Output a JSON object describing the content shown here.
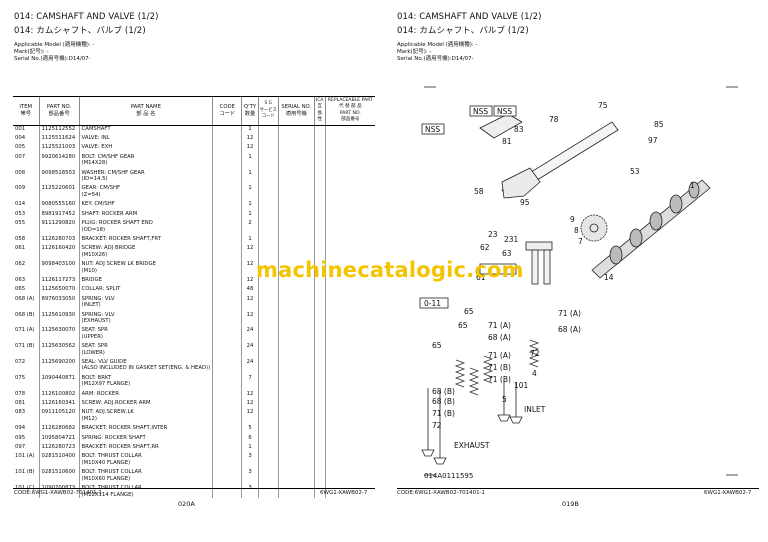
{
  "left_page": {
    "title_en": "014: CAMSHAFT AND VALVE (1/2)",
    "title_jp": "014: カムシャフト、バルブ (1/2)",
    "applicable_model": "Applicable Model (適用機種): -",
    "mark": "Mark(記号): -",
    "serial_no": "Serial No.(適用号機):D14/07-",
    "headers": {
      "item": "ITEM\n帯号",
      "part_no": "PART NO.\n部品番号",
      "part_name": "PART NAME\n部 品 名",
      "code": "CODE\nコード",
      "qty": "Q'TY\n数量",
      "sg": "S G\nサービス\nコード",
      "serial": "SERIAL NO.\n適用号機",
      "ica": "ICA\n互\n換\n性",
      "replaceable": "REPLACEABLE PART\n代 替 部 品\nPART NO.\n部品番号"
    },
    "rows": [
      {
        "item": "001",
        "part_no": "1125112552",
        "name": "CAMSHAFT",
        "qty": "1"
      },
      {
        "item": "004",
        "part_no": "1125511624",
        "name": "VALVE: INL",
        "qty": "12"
      },
      {
        "item": "005",
        "part_no": "1125521003",
        "name": "VALVE: EXH",
        "qty": "12"
      },
      {
        "item": "007",
        "part_no": "9920614280",
        "name": "BOLT: CM/SHF GEAR",
        "qty": "1"
      },
      {
        "item": "",
        "part_no": "",
        "name": "(M14X28)",
        "qty": ""
      },
      {
        "item": "008",
        "part_no": "9098518503",
        "name": "WASHER: CM/SHF GEAR",
        "qty": "1"
      },
      {
        "item": "",
        "part_no": "",
        "name": "(ID=14.5)",
        "qty": ""
      },
      {
        "item": "009",
        "part_no": "1125220601",
        "name": "GEAR: CM/SHF",
        "qty": "1"
      },
      {
        "item": "",
        "part_no": "",
        "name": "(Z=54)",
        "qty": ""
      },
      {
        "item": "014",
        "part_no": "9080555160",
        "name": "KEY: CM/SHF",
        "qty": "1"
      },
      {
        "item": "053",
        "part_no": "8981917452",
        "name": "SHAFT: ROCKER ARM",
        "qty": "1"
      },
      {
        "item": "055",
        "part_no": "9111290820",
        "name": "PLUG: ROCKER SHAFT END",
        "qty": "2"
      },
      {
        "item": "",
        "part_no": "",
        "name": "(OD=18)",
        "qty": ""
      },
      {
        "item": "058",
        "part_no": "1126280703",
        "name": "BRACKET: ROCKER SHAFT,FRT",
        "qty": "1"
      },
      {
        "item": "061",
        "part_no": "1126160420",
        "name": "SCREW: ADJ BRIDGE",
        "qty": "12"
      },
      {
        "item": "",
        "part_no": "",
        "name": "(M10X26)",
        "qty": ""
      },
      {
        "item": "062",
        "part_no": "9098403100",
        "name": "NUT: ADJ SCREW LK BRIDGE",
        "qty": "12"
      },
      {
        "item": "",
        "part_no": "",
        "name": "(M10)",
        "qty": ""
      },
      {
        "item": "063",
        "part_no": "1126117273",
        "name": "BRIDGE",
        "qty": "12"
      },
      {
        "item": "065",
        "part_no": "1125650070",
        "name": "COLLAR: SPLIT",
        "qty": "48"
      },
      {
        "item": "068 (A)",
        "part_no": "8976033050",
        "name": "SPRING: VLV",
        "qty": "12"
      },
      {
        "item": "",
        "part_no": "",
        "name": "(INLET)",
        "qty": ""
      },
      {
        "item": "068 (B)",
        "part_no": "1125610930",
        "name": "SPRING: VLV",
        "qty": "12"
      },
      {
        "item": "",
        "part_no": "",
        "name": "(EXHAUST)",
        "qty": ""
      },
      {
        "item": "071 (A)",
        "part_no": "1125630070",
        "name": "SEAT: SPR",
        "qty": "24"
      },
      {
        "item": "",
        "part_no": "",
        "name": "(UPPER)",
        "qty": ""
      },
      {
        "item": "071 (B)",
        "part_no": "1125630562",
        "name": "SEAT: SPR",
        "qty": "24"
      },
      {
        "item": "",
        "part_no": "",
        "name": "(LOWER)",
        "qty": ""
      },
      {
        "item": "072",
        "part_no": "1125690200",
        "name": "SEAL: VLV GUIDE",
        "qty": "24"
      },
      {
        "item": "",
        "part_no": "",
        "name": "(ALSO INCLUDED IN GASKET SET(ENG. & HEAD))",
        "qty": ""
      },
      {
        "item": "075",
        "part_no": "1090440871",
        "name": "BOLT: BRKT",
        "qty": "7"
      },
      {
        "item": "",
        "part_no": "",
        "name": "(M12X97 FLANGE)",
        "qty": ""
      },
      {
        "item": "078",
        "part_no": "1126100802",
        "name": "ARM: ROCKER",
        "qty": "12"
      },
      {
        "item": "081",
        "part_no": "1126160341",
        "name": "SCREW: ADJ.ROCKER ARM",
        "qty": "12"
      },
      {
        "item": "083",
        "part_no": "0911105120",
        "name": "NUT: ADJ.SCREW,LK",
        "qty": "12"
      },
      {
        "item": "",
        "part_no": "",
        "name": "(M12)",
        "qty": ""
      },
      {
        "item": "094",
        "part_no": "1126280682",
        "name": "BRACKET: ROCKER SHAFT,INTER",
        "qty": "5"
      },
      {
        "item": "095",
        "part_no": "1095804721",
        "name": "SPRING: ROCKER SHAFT",
        "qty": "6"
      },
      {
        "item": "097",
        "part_no": "1126280723",
        "name": "BRACKET: ROCKER SHAFT,RR",
        "qty": "1"
      },
      {
        "item": "101 (A)",
        "part_no": "0281510400",
        "name": "BOLT: THRUST COLLAR",
        "qty": "3"
      },
      {
        "item": "",
        "part_no": "",
        "name": "(M10X40 FLANGE)",
        "qty": ""
      },
      {
        "item": "101 (B)",
        "part_no": "0281510600",
        "name": "BOLT: THRUST COLLAR",
        "qty": "3"
      },
      {
        "item": "",
        "part_no": "",
        "name": "(M10X60 FLANGE)",
        "qty": ""
      },
      {
        "item": "101 (C)",
        "part_no": "1090700873",
        "name": "BOLT: THRUST COLLAR",
        "qty": "3"
      },
      {
        "item": "",
        "part_no": "",
        "name": "(M12X114 FLANGE)",
        "qty": ""
      }
    ],
    "footer_code": "CODE:6WG1-XAWB02-701401-1",
    "footer_right": "6WG1-XAWB02-7",
    "page_number": "020A"
  },
  "right_page": {
    "title_en": "014: CAMSHAFT AND VALVE (1/2)",
    "title_jp": "014: カムシャフト、バルブ (1/2)",
    "applicable_model": "Applicable Model (適用機種): -",
    "mark": "Mark(記号): -",
    "serial_no": "Serial No.(適用号機):D14/07-",
    "diagram_labels": {
      "nss": "NSS",
      "n75": "75",
      "n78": "78",
      "n81": "81",
      "n83": "83",
      "n85": "85",
      "n97": "97",
      "n58": "58",
      "n95": "95",
      "n53": "53",
      "n1": "1",
      "n23": "23",
      "n231": "231",
      "n62": "62",
      "n63": "63",
      "n61": "61",
      "n9": "9",
      "n8": "8",
      "n7": "7",
      "n14": "14",
      "n011": "0-11",
      "n65": "65",
      "n71a": "71 (A)",
      "n68a": "68 (A)",
      "n71b": "71 (B)",
      "n68b": "68 (B)",
      "n72": "72",
      "n4": "4",
      "n5": "5",
      "n101": "101",
      "inlet": "INLET",
      "exhaust": "EXHAUST",
      "code": "014A0111595"
    },
    "footer_code": "CODE:6WG1-XAWB02-701401-1",
    "footer_right": "6WG1-XAWB02-7",
    "page_number": "019B"
  },
  "watermark": "machinecatalogic.com"
}
